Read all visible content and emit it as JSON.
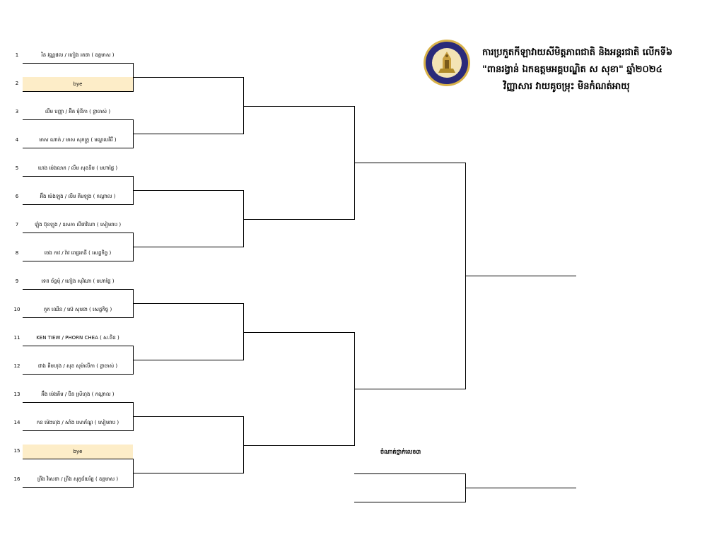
{
  "header": {
    "line1": "ការប្រកួតកីឡាវាយសីមិត្តភាពជាតិ និងអន្តរជាតិ លើកទី៦",
    "line2": "\"ពានរង្វាន់ ឯកឧត្ដមអគ្គបណ្ឌិត ស សុខា\" ឆ្នាំ២០២៤",
    "line3": "វិញ្ញាសារ វាយគូចម្រុះ មិនកំណត់អាយុ"
  },
  "logo": {
    "icon": "federation-emblem-icon",
    "colors": {
      "ring": "#2a2a7a",
      "gold": "#d8b24a",
      "inner": "#f3e3b4"
    }
  },
  "third_place_label": "ចំណាត់ថ្នាក់លេខ៣",
  "entries": [
    {
      "seed": "1",
      "name": "រិន វណ្ណផល / ហៀង រតនា ( ឧត្តមាស )",
      "bye": false
    },
    {
      "seed": "2",
      "name": "bye",
      "bye": true
    },
    {
      "seed": "3",
      "name": "លឹម បញ្ញា / អ៊ិត មុំនីកា ( ខ្លាចាស់ )",
      "bye": false
    },
    {
      "seed": "4",
      "name": "មាស ណាត់ / មាស សុភក្ត្រ ( មណ្ឌលគិរី )",
      "bye": false
    },
    {
      "seed": "5",
      "name": "ហេង ម៉េងលាភ / លឹម សុខនីម ( មហាផ្ទៃ )",
      "bye": false
    },
    {
      "seed": "6",
      "name": "អ៊ឹង ម៉េងឡុង / លឹម គីមឡុង ( កណ្ដាល )",
      "bye": false
    },
    {
      "seed": "7",
      "name": "ឡុំង ប៊ុនឡុង / ឧសភា លីផាវិណា ( សៀមរាប )",
      "bye": false
    },
    {
      "seed": "8",
      "name": "ចេង កាវ / វ៉ាវ ពេជ្ជរតនី ( សេដ្ឋកិច្ច )",
      "bye": false
    },
    {
      "seed": "9",
      "name": "ទេព ច័ន្ទមុំ / ហៀង សុវិណា ( មហាផ្ទៃ )",
      "bye": false
    },
    {
      "seed": "10",
      "name": "ភួក ឈើន / ស៊េ សុមនា ( សេដ្ឋកិច្ច )",
      "bye": false
    },
    {
      "seed": "11",
      "name": "KEN TIEW / PHORN CHEA ( ស.ចិន )",
      "bye": false
    },
    {
      "seed": "12",
      "name": "ជាង គីមហុង / សុខ សុម៉ាលីកា ( ខ្លាចាស់ )",
      "bye": false
    },
    {
      "seed": "13",
      "name": "អ៊ឹង ម៉េងគីម / ប៊ិន ស្រីហុង ( កណ្ដាល )",
      "bye": false
    },
    {
      "seed": "14",
      "name": "កន ម៉េងហុង / សាំង សោភ័ណ្ឌ ( សៀមរាប )",
      "bye": false
    },
    {
      "seed": "15",
      "name": "bye",
      "bye": true
    },
    {
      "seed": "16",
      "name": "ព្រីង វិសេនា / ព្រីង សុភ្ញជ័យរ័ត្ន ( ឧត្តមាស )",
      "bye": false
    }
  ]
}
